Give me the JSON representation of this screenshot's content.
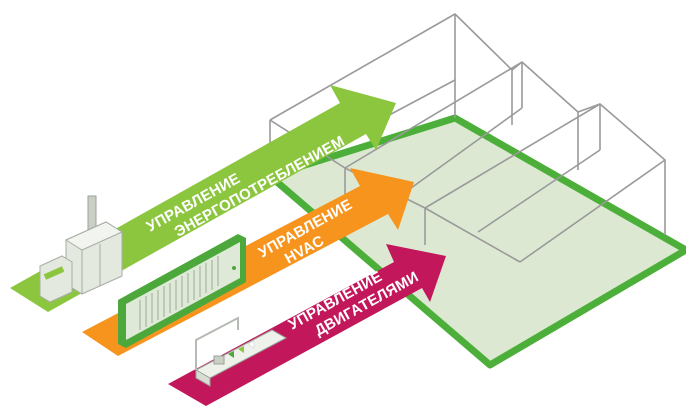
{
  "colors": {
    "energy": "#8cc63f",
    "hvac": "#f7941d",
    "motor": "#c2185b",
    "floor": "#dde8d2",
    "floor_border": "#4caf3a",
    "building_line": "#9a9a9a"
  },
  "arrows": {
    "energy": {
      "line1": "УПРАВЛЕНИЕ",
      "line2": "ЭНЕРГОПОТРЕБЛЕНИЕМ"
    },
    "hvac": {
      "line1": "УПРАВЛЕНИЕ",
      "line2": "HVAC"
    },
    "motor": {
      "line1": "УПРАВЛЕНИЕ",
      "line2": "ДВИГАТЕЛЯМИ"
    }
  },
  "icons": [
    "power-cabinet-icon",
    "hvac-unit-icon",
    "conveyor-motor-icon",
    "building-outline-icon"
  ]
}
